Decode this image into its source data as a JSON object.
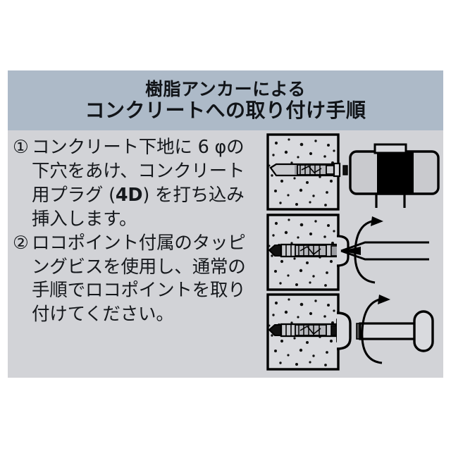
{
  "document": {
    "language": "ja",
    "kind": "instruction-sheet"
  },
  "colors": {
    "page_background": "#ffffff",
    "card_background": "#d2d3d7",
    "header_background": "#adbac8",
    "text": "#15181c",
    "line": "#000000",
    "concrete_fill": "#d9dade",
    "metal_fill": "#c9cace",
    "hammer_head_fill": "#000000"
  },
  "header": {
    "line1": "樹脂アンカーによる",
    "line2": "コンクリートへの取り付け手順"
  },
  "steps": [
    {
      "marker": "①",
      "number": 1,
      "text_plain": "コンクリート下地に6 φの下穴をあけ、コンクリート用プラグ (4D) を打ち込み挿入します。",
      "lines": [
        "コンクリート下地に 6 φの",
        "下穴をあけ、コンクリート",
        "用プラグ (4D) を打ち込み",
        "挿入します。"
      ],
      "emphasis": "4D",
      "hole_diameter": "6 φ",
      "plug_spec": "4D"
    },
    {
      "marker": "②",
      "number": 2,
      "text_plain": "ロコポイント付属のタッピングビスを使用し、通常の手順でロコポイントを取り付けてください。",
      "lines": [
        "ロコポイント付属のタッピ",
        "ングビスを使用し、通常の",
        "手順でロコポイントを取り",
        "付けてください。"
      ],
      "emphasis": null
    }
  ],
  "panels": [
    {
      "id": "panel-1",
      "caption": "",
      "step_ref": 1,
      "elements": [
        "concrete-block",
        "drilled-pilot-hole",
        "resin-anchor-plug",
        "hammer"
      ],
      "action": "hammer-plug-into-hole"
    },
    {
      "id": "panel-2",
      "caption": "",
      "step_ref": 2,
      "elements": [
        "concrete-block",
        "resin-anchor-plug",
        "tapping-screw",
        "screwdriver-bit",
        "rotation-arrow"
      ],
      "action": "drive-screw-rotating"
    },
    {
      "id": "panel-3",
      "caption": "",
      "step_ref": 2,
      "elements": [
        "concrete-block",
        "resin-anchor-plug",
        "seated-screw-head",
        "screwdriver",
        "rotation-arrow"
      ],
      "action": "tighten-until-seated"
    }
  ]
}
